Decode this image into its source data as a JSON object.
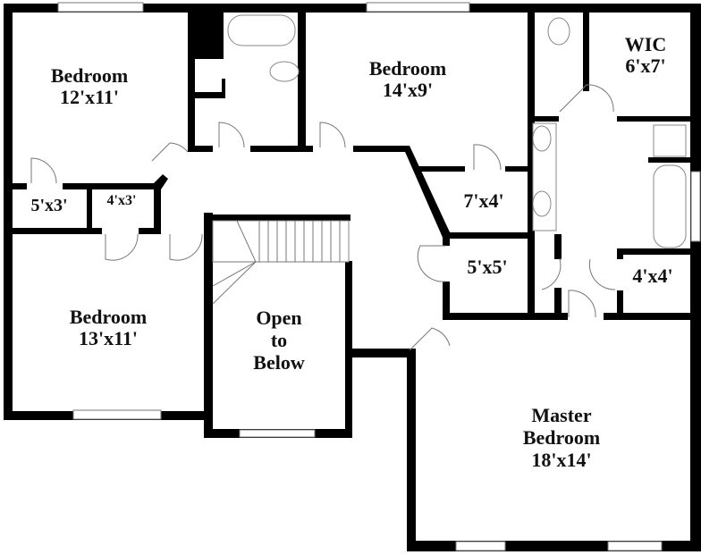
{
  "rooms": {
    "bedroom_nw": {
      "name": "Bedroom",
      "size": "12'x11'"
    },
    "bedroom_n": {
      "name": "Bedroom",
      "size": "14'x9'"
    },
    "wic": {
      "name": "WIC",
      "size": "6'x7'"
    },
    "closet_a": {
      "size": "5'x3'"
    },
    "closet_b": {
      "size": "4'x3'"
    },
    "closet_c": {
      "size": "7'x4'"
    },
    "closet_d": {
      "size": "5'x5'"
    },
    "closet_e": {
      "size": "4'x4'"
    },
    "bedroom_sw": {
      "name": "Bedroom",
      "size": "13'x11'"
    },
    "open_below": {
      "line1": "Open",
      "line2": "to",
      "line3": "Below"
    },
    "master": {
      "line1": "Master",
      "line2": "Bedroom",
      "size": "18'x14'"
    }
  }
}
